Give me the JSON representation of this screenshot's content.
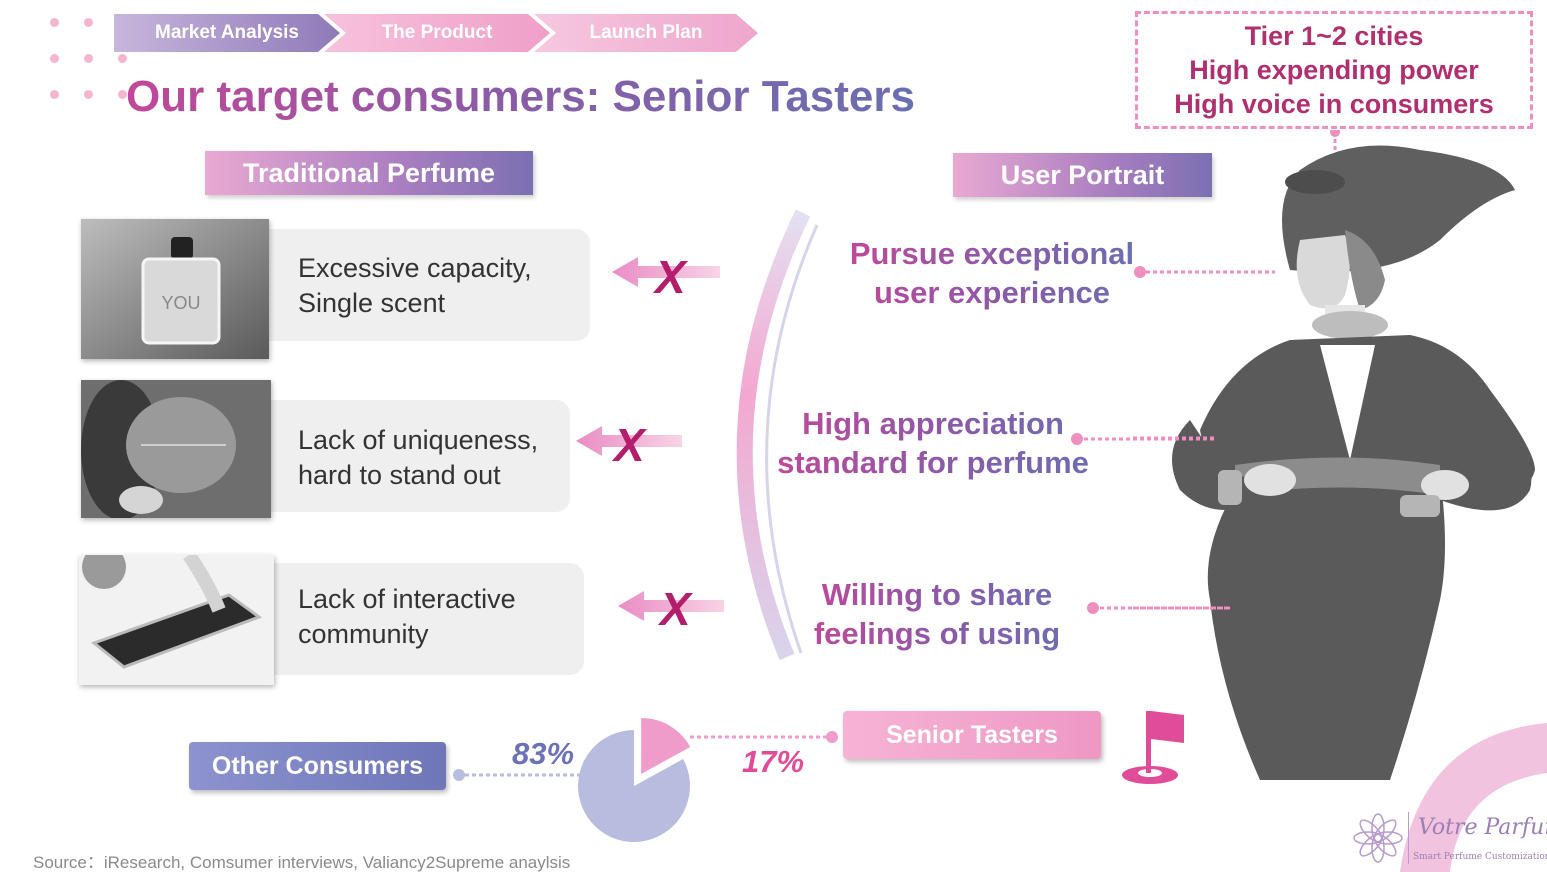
{
  "breadcrumb": {
    "items": [
      {
        "label": "Market Analysis",
        "color": "#9a84bf"
      },
      {
        "label": "The Product",
        "color": "#f2a9cd"
      },
      {
        "label": "Launch Plan",
        "color": "#f0b0d2"
      }
    ]
  },
  "title": "Our target consumers: Senior Tasters",
  "tier_box": {
    "lines": [
      "Tier 1~2 cities",
      "High expending power",
      "High voice in consumers"
    ]
  },
  "traditional": {
    "header": "Traditional Perfume",
    "cards": [
      {
        "line1": "Excessive capacity,",
        "line2": "Single scent",
        "image": "perfume-bottle-photo",
        "photo_text": "YOU"
      },
      {
        "line1": "Lack of uniqueness,",
        "line2": "hard to stand out",
        "image": "leaf-face-photo"
      },
      {
        "line1": "Lack of interactive",
        "line2": "community",
        "image": "smartphone-photo"
      }
    ],
    "mark": "X"
  },
  "portrait": {
    "header": "User Portrait",
    "traits": [
      {
        "line1": "Pursue exceptional",
        "line2": "user experience"
      },
      {
        "line1": "High appreciation",
        "line2": "standard for perfume"
      },
      {
        "line1": "Willing to share",
        "line2": "feelings of using"
      }
    ]
  },
  "segments": {
    "other": {
      "label": "Other Consumers",
      "percent": "83%",
      "value": 83,
      "color": "#7b82c2",
      "slice_color": "#b8bde0"
    },
    "senior": {
      "label": "Senior Tasters",
      "percent": "17%",
      "value": 17,
      "color": "#ee9bc6",
      "slice_color": "#ef9ccb"
    }
  },
  "source": "Source：iResearch, Comsumer interviews, Valiancy2Supreme anaylsis",
  "logo": {
    "name": "Votre Parfum",
    "tagline": "Smart Perfume Customization"
  },
  "colors": {
    "accent_pink": "#ee8fbf",
    "dark_pink": "#b21e6c",
    "purple": "#7b70b2"
  }
}
